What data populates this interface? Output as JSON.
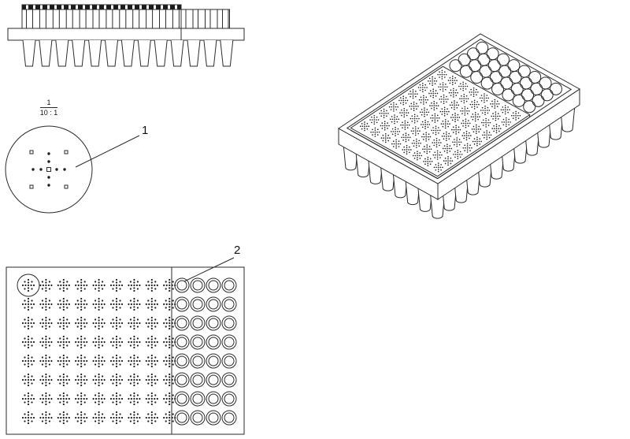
{
  "annotations": {
    "callout_1": "1",
    "callout_2": "2",
    "scale": {
      "numerator": "1",
      "denominator": "10 : 1"
    }
  }
}
